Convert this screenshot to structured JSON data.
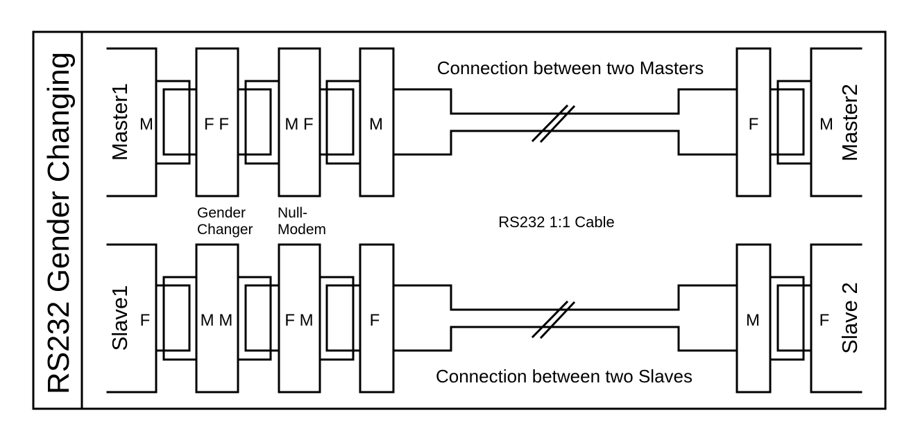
{
  "diagram": {
    "title": "RS232 Gender Changing",
    "colors": {
      "line": "#000000",
      "background": "#ffffff",
      "text": "#000000"
    },
    "cable_label": "RS232 1:1 Cable",
    "component_labels": {
      "gender_changer_line1": "Gender",
      "gender_changer_line2": "Changer",
      "null_modem_line1": "Null-",
      "null_modem_line2": "Modem"
    },
    "top_row": {
      "caption": "Connection between two Masters",
      "left_device_name": "Master1",
      "left_device_connector": "M",
      "gender_changer_connectors": "F F",
      "null_modem_connectors": "M F",
      "cable_plug_left": "M",
      "cable_plug_right": "F",
      "right_device_name": "Master2",
      "right_device_connector": "M"
    },
    "bottom_row": {
      "caption": "Connection between two Slaves",
      "left_device_name": "Slave1",
      "left_device_connector": "F",
      "gender_changer_connectors": "M M",
      "null_modem_connectors": "F M",
      "cable_plug_left": "F",
      "cable_plug_right": "M",
      "right_device_name": "Slave 2",
      "right_device_connector": "F"
    }
  }
}
